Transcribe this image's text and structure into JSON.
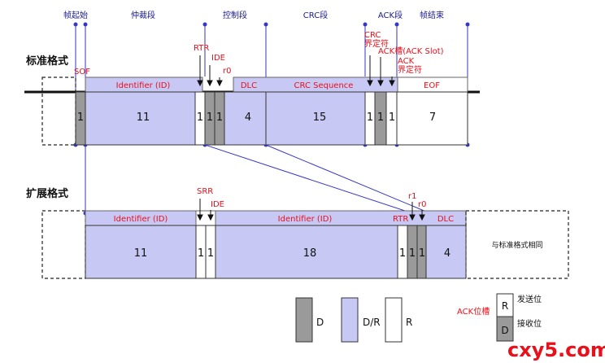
{
  "section_headers": {
    "sof": "帧起始",
    "arbitration": "仲裁段",
    "control": "控制段",
    "crc": "CRC段",
    "ack": "ACK段",
    "eof": "帧结束"
  },
  "rows": {
    "standard": "标准格式",
    "extended": "扩展格式"
  },
  "standard_frame": {
    "sof_label": "SOF",
    "identifier_label": "Identifier (ID)",
    "rtr_label": "RTR",
    "ide_label": "IDE",
    "r0_label": "r0",
    "dlc_label": "DLC",
    "crc_label": "CRC Sequence",
    "crc_delim_label": "CRC\n界定符",
    "ack_slot_label": "ACK槽(ACK Slot)",
    "ack_delim_label": "ACK\n界定符",
    "eof_label": "EOF",
    "bits": {
      "sof": "1",
      "identifier": "11",
      "rtr": "1",
      "ide": "1",
      "r0": "1",
      "dlc": "4",
      "crc": "15",
      "crc_delim": "1",
      "ack_slot": "1",
      "ack_delim": "1",
      "eof": "7"
    }
  },
  "extended_frame": {
    "identifier1_label": "Identifier (ID)",
    "srr_label": "SRR",
    "ide_label": "IDE",
    "identifier2_label": "Identifier (ID)",
    "rtr_label": "RTR",
    "r1_label": "r1",
    "r0_label": "r0",
    "dlc_label": "DLC",
    "same_label": "与标准格式相同",
    "bits": {
      "identifier1": "11",
      "srr": "1",
      "ide": "1",
      "identifier2": "18",
      "rtr": "1",
      "r1": "1",
      "r0": "1",
      "dlc": "4"
    }
  },
  "legend": {
    "d": "D",
    "dr": "D/R",
    "r": "R",
    "ack_bit": "ACK位槽",
    "send_bit": "发送位",
    "recv_bit": "接收位",
    "r_box": "R",
    "d_box": "D"
  },
  "watermark": "cxy5.com",
  "colors": {
    "dominant": "#9a9a9a",
    "dominant_or_recessive": "#c8c8f5",
    "recessive": "#ffffff",
    "guide": "#3636c8",
    "red_label": "#e8101a"
  }
}
